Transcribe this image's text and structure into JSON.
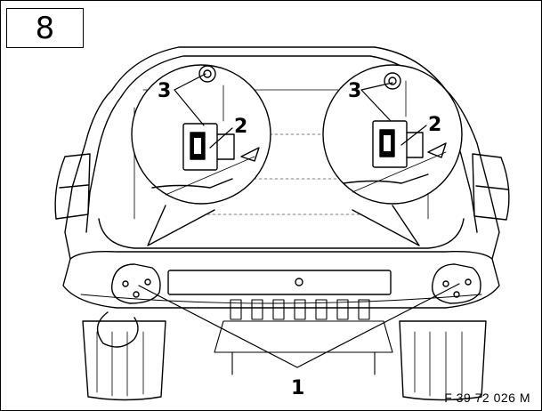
{
  "step_number": "8",
  "callouts": {
    "left_upper": "3",
    "left_lower": "2",
    "right_upper": "3",
    "right_lower": "2",
    "bottom": "1"
  },
  "figure_code": "F 39 72 026 M"
}
